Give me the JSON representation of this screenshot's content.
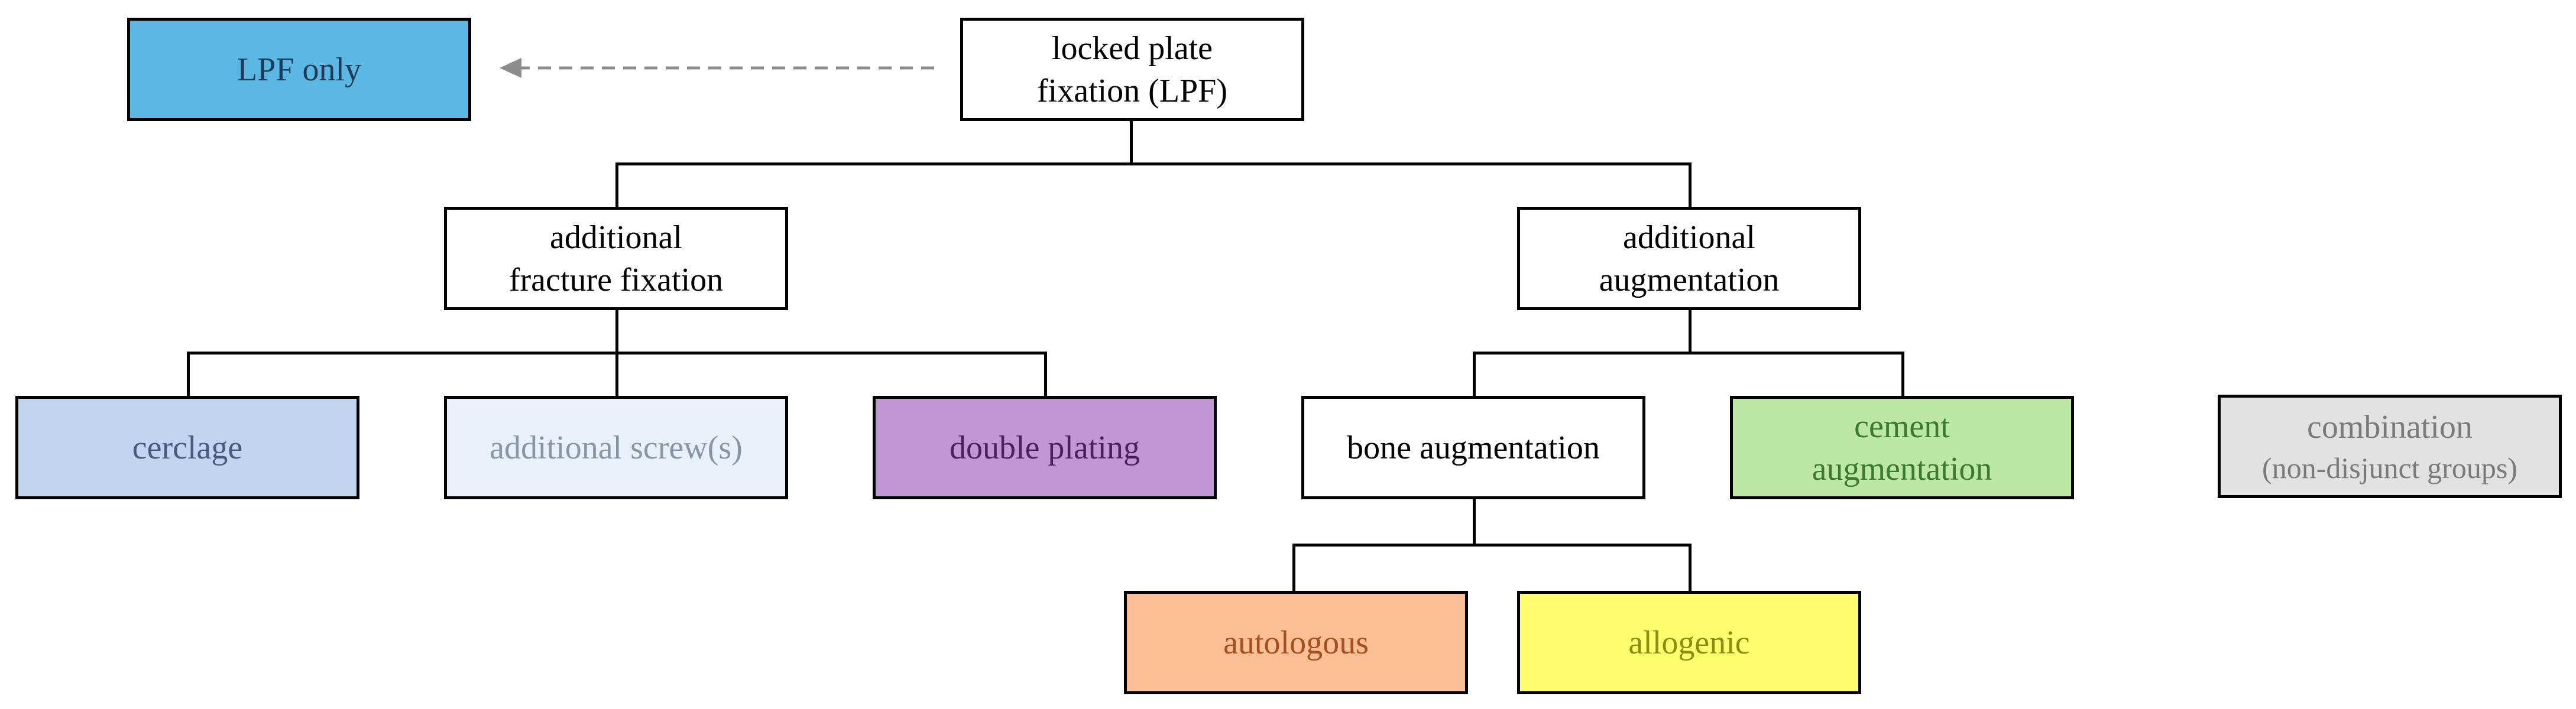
{
  "nodes": {
    "lpf": {
      "lines": [
        "locked plate",
        "fixation (LPF)"
      ]
    },
    "lpf_only": {
      "lines": [
        "LPF only"
      ],
      "fill": "#5cb8e2",
      "text": "#1c3a5a"
    },
    "add_fracture": {
      "lines": [
        "additional",
        "fracture fixation"
      ]
    },
    "add_augmentation": {
      "lines": [
        "additional",
        "augmentation"
      ]
    },
    "cerclage": {
      "lines": [
        "cerclage"
      ],
      "fill": "#c2d5ef",
      "text": "#4a5a7a"
    },
    "add_screw": {
      "lines": [
        "additional screw(s)"
      ],
      "fill": "#eaf0fa",
      "text": "#8a94a6"
    },
    "double_plating": {
      "lines": [
        "double plating"
      ],
      "fill": "#c196d4",
      "text": "#4a2060"
    },
    "bone_aug": {
      "lines": [
        "bone augmentation"
      ]
    },
    "cement_aug": {
      "lines": [
        "cement",
        "augmentation"
      ],
      "fill": "#bde8a4",
      "text": "#3a7a2a"
    },
    "combination": {
      "lines": [
        "combination",
        "(non-disjunct groups)"
      ],
      "fill": "#e2e2e2",
      "text": "#7a7a7a"
    },
    "autologous": {
      "lines": [
        "autologous"
      ],
      "fill": "#fcbe94",
      "text": "#a3501e"
    },
    "allogenic": {
      "lines": [
        "allogenic"
      ],
      "fill": "#fdfd6e",
      "text": "#8c8c10"
    }
  },
  "colors": {
    "line": "#000000",
    "dashed_arrow": "#8c8c8c"
  }
}
